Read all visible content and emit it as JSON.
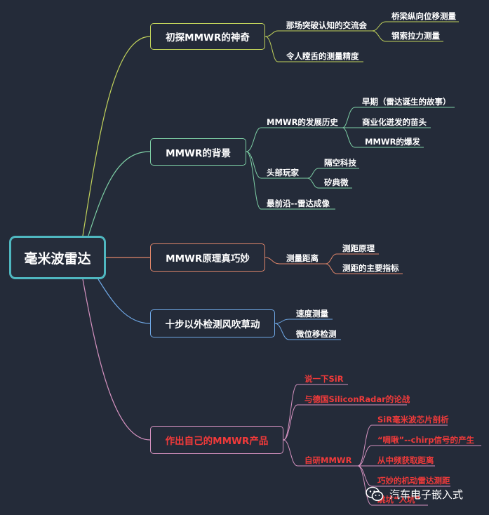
{
  "root": {
    "label": "毫米波雷达"
  },
  "branches": [
    {
      "label": "初探MMWR的神奇",
      "color": "#c2d35b"
    },
    {
      "label": "MMWR的背景",
      "color": "#7ed0a6"
    },
    {
      "label": "MMWR原理真巧妙",
      "color": "#e0866a"
    },
    {
      "label": "十步以外检测风吹草动",
      "color": "#6fa8e6"
    },
    {
      "label": "作出自己的MMWR产品",
      "color": "#d592c0"
    }
  ],
  "b1": {
    "sub1": "那场突破认知的交流会",
    "leaf1": "桥梁纵向位移测量",
    "leaf2": "钢索拉力测量",
    "sub2": "令人瞠舌的测量精度"
  },
  "b2": {
    "sub1": "MMWR的发展历史",
    "leaf1": "早期（雷达诞生的故事）",
    "leaf2": "商业化迸发的苗头",
    "leaf3": "MMWR的爆发",
    "sub2": "头部玩家",
    "leaf4": "隔空科技",
    "leaf5": "矽典微",
    "sub3": "最前沿--雷达成像"
  },
  "b3": {
    "sub1": "测量距离",
    "leaf1": "测距原理",
    "leaf2": "测距的主要指标"
  },
  "b4": {
    "sub1": "速度测量",
    "sub2": "微位移检测"
  },
  "b5": {
    "sub1": "说一下SiR",
    "sub2": "与德国SiliconRadar的论战",
    "sub3": "自研MMWR",
    "leaf1": "SiR毫米波芯片剖析",
    "leaf2": "“啁啾”--chirp信号的产生",
    "leaf3": "从中频获取距离",
    "leaf4": "巧妙的机动雷达测距",
    "leaf5": "跳坑“入坑”"
  },
  "watermark": {
    "text": "汽车电子嵌入式",
    "icon": "wechat-icon"
  }
}
